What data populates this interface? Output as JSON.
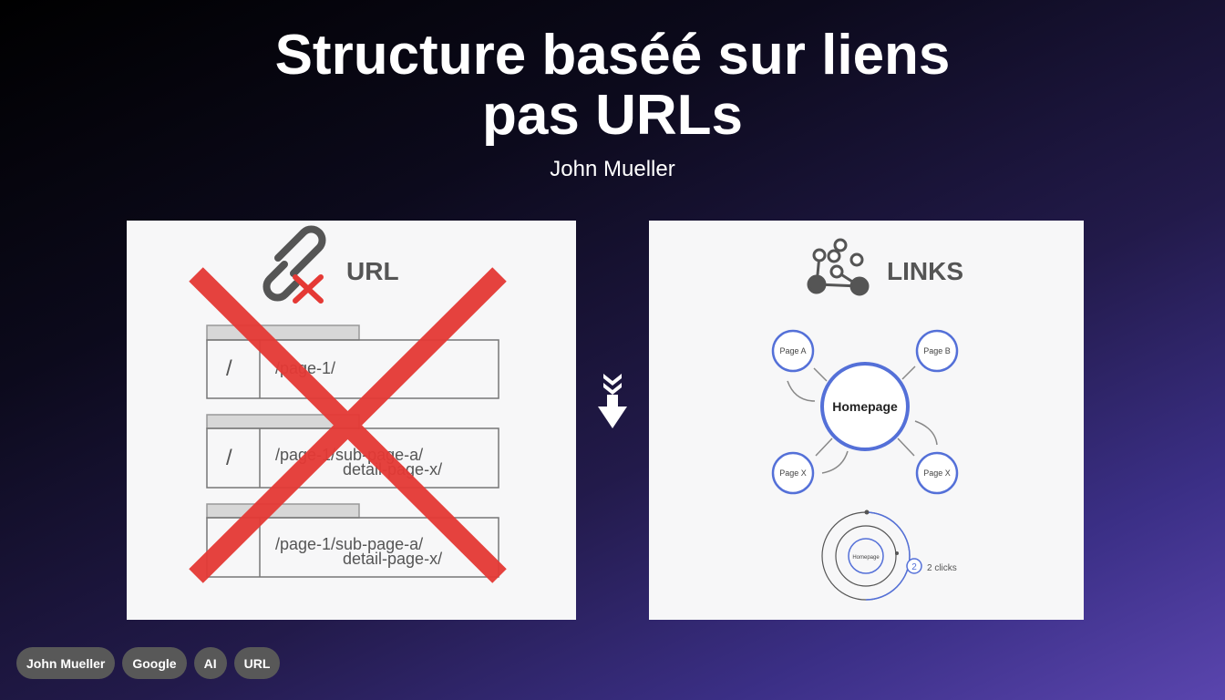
{
  "title_line1": "Structure baséé sur liens",
  "title_line2": "pas URLs",
  "author": "John Mueller",
  "left_panel": {
    "heading": "URL",
    "icon": "broken-link-icon",
    "rows": [
      {
        "root": "/",
        "path1": "/page-1/",
        "path2": ""
      },
      {
        "root": "/",
        "path1": "/page-1/sub-page-a/",
        "path2": "detail-page-x/"
      },
      {
        "root": "",
        "path1": "/page-1/sub-page-a/",
        "path2": "detail-page-x/"
      }
    ]
  },
  "arrow_icon": "down-arrow-icon",
  "right_panel": {
    "heading": "LINKS",
    "icon": "network-icon",
    "center": "Homepage",
    "nodes": [
      "Page A",
      "Page B",
      "Page X",
      "Page X"
    ],
    "depth_center": "Homepage",
    "badge": "2",
    "badge_label": "2 clicks"
  },
  "tags": [
    "John Mueller",
    "Google",
    "AI",
    "URL"
  ],
  "colors": {
    "cross": "#e53935",
    "node": "#5470d8",
    "text_gray": "#555555"
  }
}
